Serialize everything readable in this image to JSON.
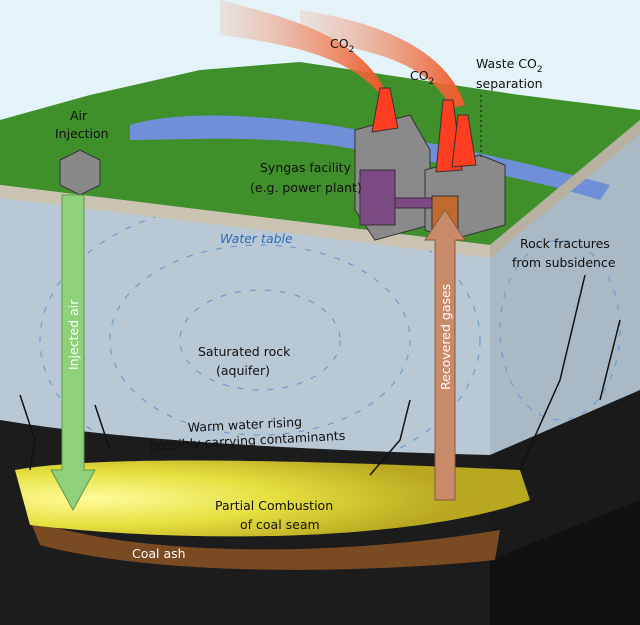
{
  "labels": {
    "co2_1": "CO",
    "co2_2": "CO",
    "co2_sub": "2",
    "waste_line1": "Waste CO",
    "waste_sub": "2",
    "waste_line2": "separation",
    "air_line1": "Air",
    "air_line2": "Injection",
    "syngas_line1": "Syngas facility",
    "syngas_line2": "(e.g. power plant)",
    "water_table": "Water table",
    "fractures_line1": "Rock fractures",
    "fractures_line2": "from subsidence",
    "injected_air": "Injected air",
    "recovered_gases": "Recovered gases",
    "saturated_line1": "Saturated rock",
    "saturated_line2": "(aquifer)",
    "warm_line1": "Warm water rising",
    "warm_line2": "possibly carrying contaminants",
    "combustion_line1": "Partial Combustion",
    "combustion_line2": "of coal seam",
    "coal_ash": "Coal ash"
  },
  "colors": {
    "background": "#e4f3f8",
    "grass": "#3f8f2a",
    "river": "#6f8fd8",
    "aquifer": "#b9c8d5",
    "coal": "#1c1c1c",
    "seam": "#e3e04a",
    "ash": "#7a4a22",
    "smoke": "#ef5a2a",
    "air_arrow": "#8fd07a",
    "gas_arrow": "#c98a6a"
  }
}
